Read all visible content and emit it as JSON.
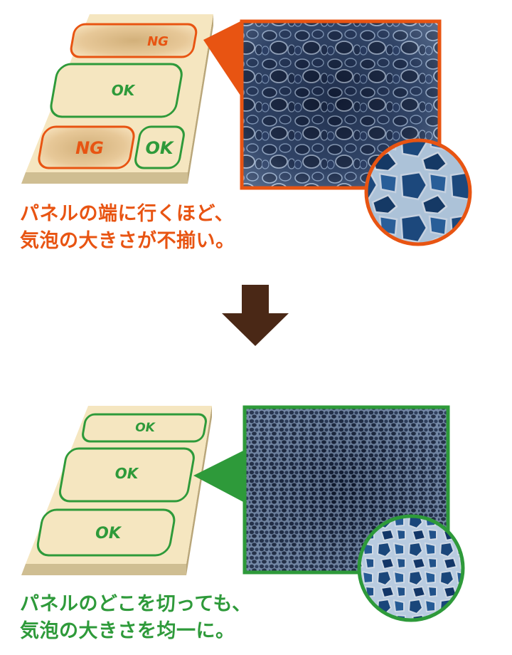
{
  "colors": {
    "ng": "#e85412",
    "ok": "#2e9a3a",
    "panel_top": "#f5e6c0",
    "panel_side": "#b9a679",
    "panel_front": "#cfbe92",
    "arrow": "#4a2816"
  },
  "before": {
    "zones": [
      "NG",
      "OK",
      "NG",
      "OK"
    ],
    "caption_line1": "パネルの端に行くほど、",
    "caption_line2": "気泡の大きさが不揃い。",
    "photo": "irregular-foam-micrograph"
  },
  "after": {
    "zones": [
      "OK",
      "OK",
      "OK"
    ],
    "caption_line1": "パネルのどこを切っても、",
    "caption_line2": "気泡の大きさを均一に。",
    "photo": "uniform-foam-micrograph"
  },
  "arrow": "down-arrow-icon"
}
